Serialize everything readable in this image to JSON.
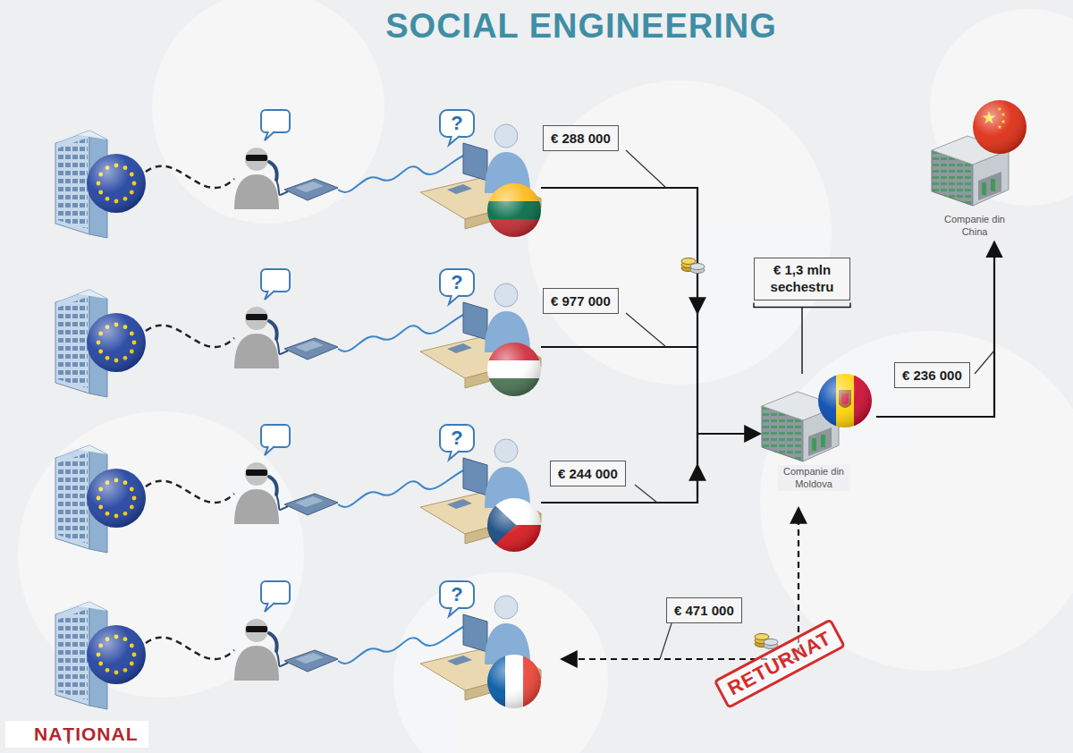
{
  "diagram": {
    "title": "SOCIAL ENGINEERING",
    "nodes": [
      {
        "text": [
          "Companie din China"
        ]
      },
      {
        "text": [
          "€ 288 000"
        ]
      },
      {
        "text": [
          "€ 1,3 mln sechestru"
        ]
      },
      {
        "text": [
          "€ 977 000"
        ]
      },
      {
        "text": [
          "€ 236 000"
        ]
      },
      {
        "text": [
          "Companie din Moldova"
        ]
      },
      {
        "text": [
          "€ 244 000"
        ]
      },
      {
        "text": [
          "€ 471 000"
        ]
      }
    ],
    "edges": [
      {
        "from": 5,
        "to": 0,
        "arrow": "to"
      },
      {
        "from": 2,
        "to": 5,
        "arrow": "none"
      }
    ],
    "labels": [
      "?",
      "?",
      "?",
      "?",
      "RETURNAT",
      "NAȚIONAL"
    ]
  }
}
